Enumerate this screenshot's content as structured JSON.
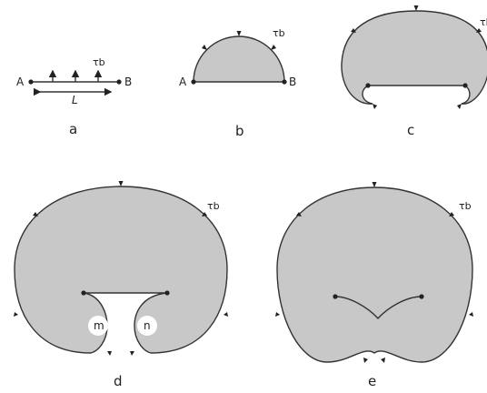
{
  "stress_label": "τb",
  "length_label": "L",
  "endpoints": {
    "start": "A",
    "end": "B"
  },
  "loop_labels": {
    "left": "m",
    "right": "n"
  },
  "panels": [
    {
      "id": "a",
      "label": "a"
    },
    {
      "id": "b",
      "label": "b"
    },
    {
      "id": "c",
      "label": "c"
    },
    {
      "id": "d",
      "label": "d"
    },
    {
      "id": "e",
      "label": "e"
    }
  ],
  "colors": {
    "fill": "#c8c8c8",
    "stroke": "#333333",
    "background": "#ffffff"
  }
}
